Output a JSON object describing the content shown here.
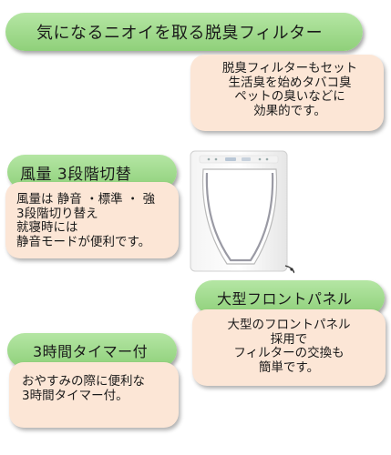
{
  "features": [
    {
      "title": "気になるニオイを取る脱臭フィルター",
      "description": "脱臭フィルターもセット\n生活臭を始めタバコ臭\nペットの臭いなどに\n効果的です。"
    },
    {
      "title": "風量 3段階切替",
      "description": "風量は 静音 ・標準 ・ 強\n3段階切り替え\n就寝時には\n静音モードが便利です。"
    },
    {
      "title": "大型フロントパネル",
      "description": "大型のフロントパネル\n採用で\nフィルターの交換も\n簡単です。"
    },
    {
      "title": "3時間タイマー付",
      "description": "おやすみの際に便利な\n3時間タイマー付。"
    }
  ],
  "colors": {
    "header_green": "#9bd886",
    "box_peach": "#fce6d6"
  },
  "icons": {
    "product": "air-purifier-image"
  }
}
